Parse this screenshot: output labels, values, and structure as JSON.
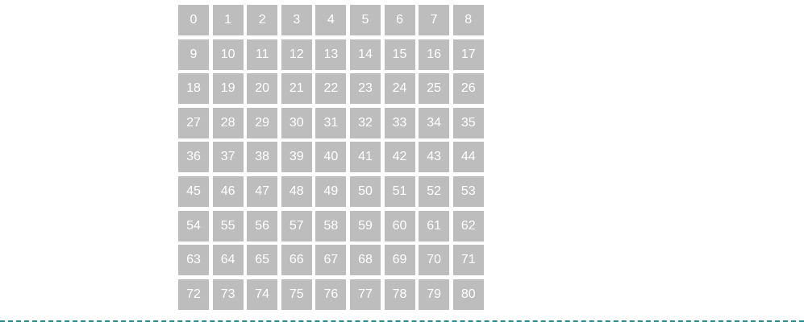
{
  "colors": {
    "cell_background": "#bdbdbd",
    "cell_text": "#ffffff",
    "divider": "#2f8f8f",
    "page_background": "#ffffff"
  },
  "grid": {
    "cells": [
      "0",
      "1",
      "2",
      "3",
      "4",
      "5",
      "6",
      "7",
      "8",
      "9",
      "10",
      "11",
      "12",
      "13",
      "14",
      "15",
      "16",
      "17",
      "18",
      "19",
      "20",
      "21",
      "22",
      "23",
      "24",
      "25",
      "26",
      "27",
      "28",
      "29",
      "30",
      "31",
      "32",
      "33",
      "34",
      "35",
      "36",
      "37",
      "38",
      "39",
      "40",
      "41",
      "42",
      "43",
      "44",
      "45",
      "46",
      "47",
      "48",
      "49",
      "50",
      "51",
      "52",
      "53",
      "54",
      "55",
      "56",
      "57",
      "58",
      "59",
      "60",
      "61",
      "62",
      "63",
      "64",
      "65",
      "66",
      "67",
      "68",
      "69",
      "70",
      "71",
      "72",
      "73",
      "74",
      "75",
      "76",
      "77",
      "78",
      "79",
      "80"
    ]
  }
}
